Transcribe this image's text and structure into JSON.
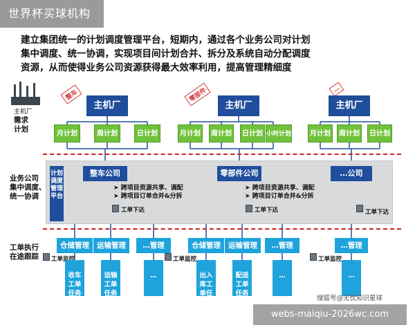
{
  "watermark": "世界杯买球机构",
  "intro": [
    "建立集团统一的计划调度管理平台，短期内，通过各个业务公司对计划",
    "集中调度、统一协调，实现项目间计划合并、拆分及系统自动分配调度",
    "资源，从而使得业务公司资源获得最大效率利用，提高管理精细度"
  ],
  "factory_caption": "主机厂",
  "side_labels": {
    "demand": [
      "需求",
      "计划"
    ],
    "business": [
      "业务公司",
      "集中调度、",
      "统一协调"
    ],
    "tracking": [
      "工单执行",
      "在途跟踪"
    ]
  },
  "stamps": [
    "整车",
    "零部件",
    "…"
  ],
  "main_factory": [
    "主机厂",
    "主机厂",
    "主机厂"
  ],
  "plans": {
    "group1": [
      "月计划",
      "周计划",
      "日计划"
    ],
    "group2": [
      "月计划",
      "周计划",
      "日计划",
      "小时计划"
    ],
    "group3": [
      "月计划",
      "周计划",
      "日计划"
    ]
  },
  "platform": "计划调度管理平台",
  "companies": [
    "整车公司",
    "零部件公司",
    "…公司"
  ],
  "bullets": [
    "跨项目资源共享、调配",
    "跨项目订单合并&分拆"
  ],
  "work_order_issue": "工单下达",
  "work_order_monitor": "工单监控",
  "mgmt": {
    "group1": [
      "仓储管理",
      "运输管理",
      "…管理"
    ],
    "group2": [
      "仓储管理",
      "运输管理",
      "…管理"
    ],
    "group3": [
      "…管理"
    ]
  },
  "tasks": {
    "group1": [
      "收车工单任务",
      "运输工单任务",
      "…"
    ],
    "group2": [
      "出入库工单任务",
      "配送工单任务",
      "…"
    ],
    "group3": [
      "…"
    ]
  },
  "credit": "搜狐号@无忧知识星球",
  "footer": "webs-maiqiu-2026wc.com",
  "colors": {
    "navy": "#1f4e9c",
    "green": "#6fc23a",
    "cyan": "#1ea3dc",
    "red_dash": "#cc1f1f",
    "panel": "#d9dadc"
  }
}
